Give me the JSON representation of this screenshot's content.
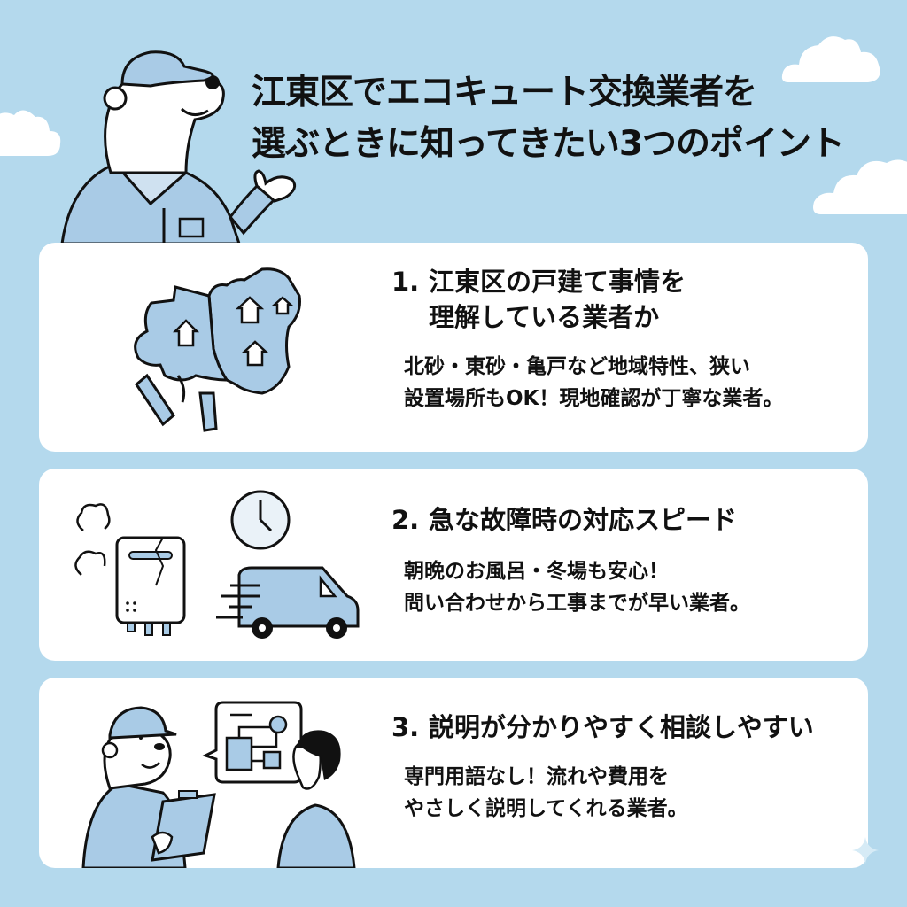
{
  "header": {
    "title_lines": [
      "江東区でエコキュート交換業者を",
      "選ぶときに知ってきたい3つのポイント"
    ],
    "mascot": "polar-bear-in-work-cap"
  },
  "points": [
    {
      "number": "1.",
      "heading_lines": [
        "江東区の戸建て事情を",
        "理解している業者か"
      ],
      "body_lines": [
        "北砂・東砂・亀戸など地域特性、狭い",
        "設置場所もOK！現地確認が丁寧な業者。"
      ],
      "illustration": "koto-ward-map-with-houses"
    },
    {
      "number": "2.",
      "heading_lines": [
        "急な故障時の対応スピード"
      ],
      "body_lines": [
        "朝晩のお風呂・冬場も安心！",
        "問い合わせから工事までが早い業者。"
      ],
      "illustration": "broken-water-heater-clock-van"
    },
    {
      "number": "3.",
      "heading_lines": [
        "説明が分かりやすく相談しやすい"
      ],
      "body_lines": [
        "専門用語なし！流れや費用を",
        "やさしく説明してくれる業者。"
      ],
      "illustration": "bear-explaining-to-customer"
    }
  ],
  "colors": {
    "background": "#b4d9ed",
    "card": "#ffffff",
    "accent_blue": "#a9cbe6",
    "text": "#111111"
  }
}
